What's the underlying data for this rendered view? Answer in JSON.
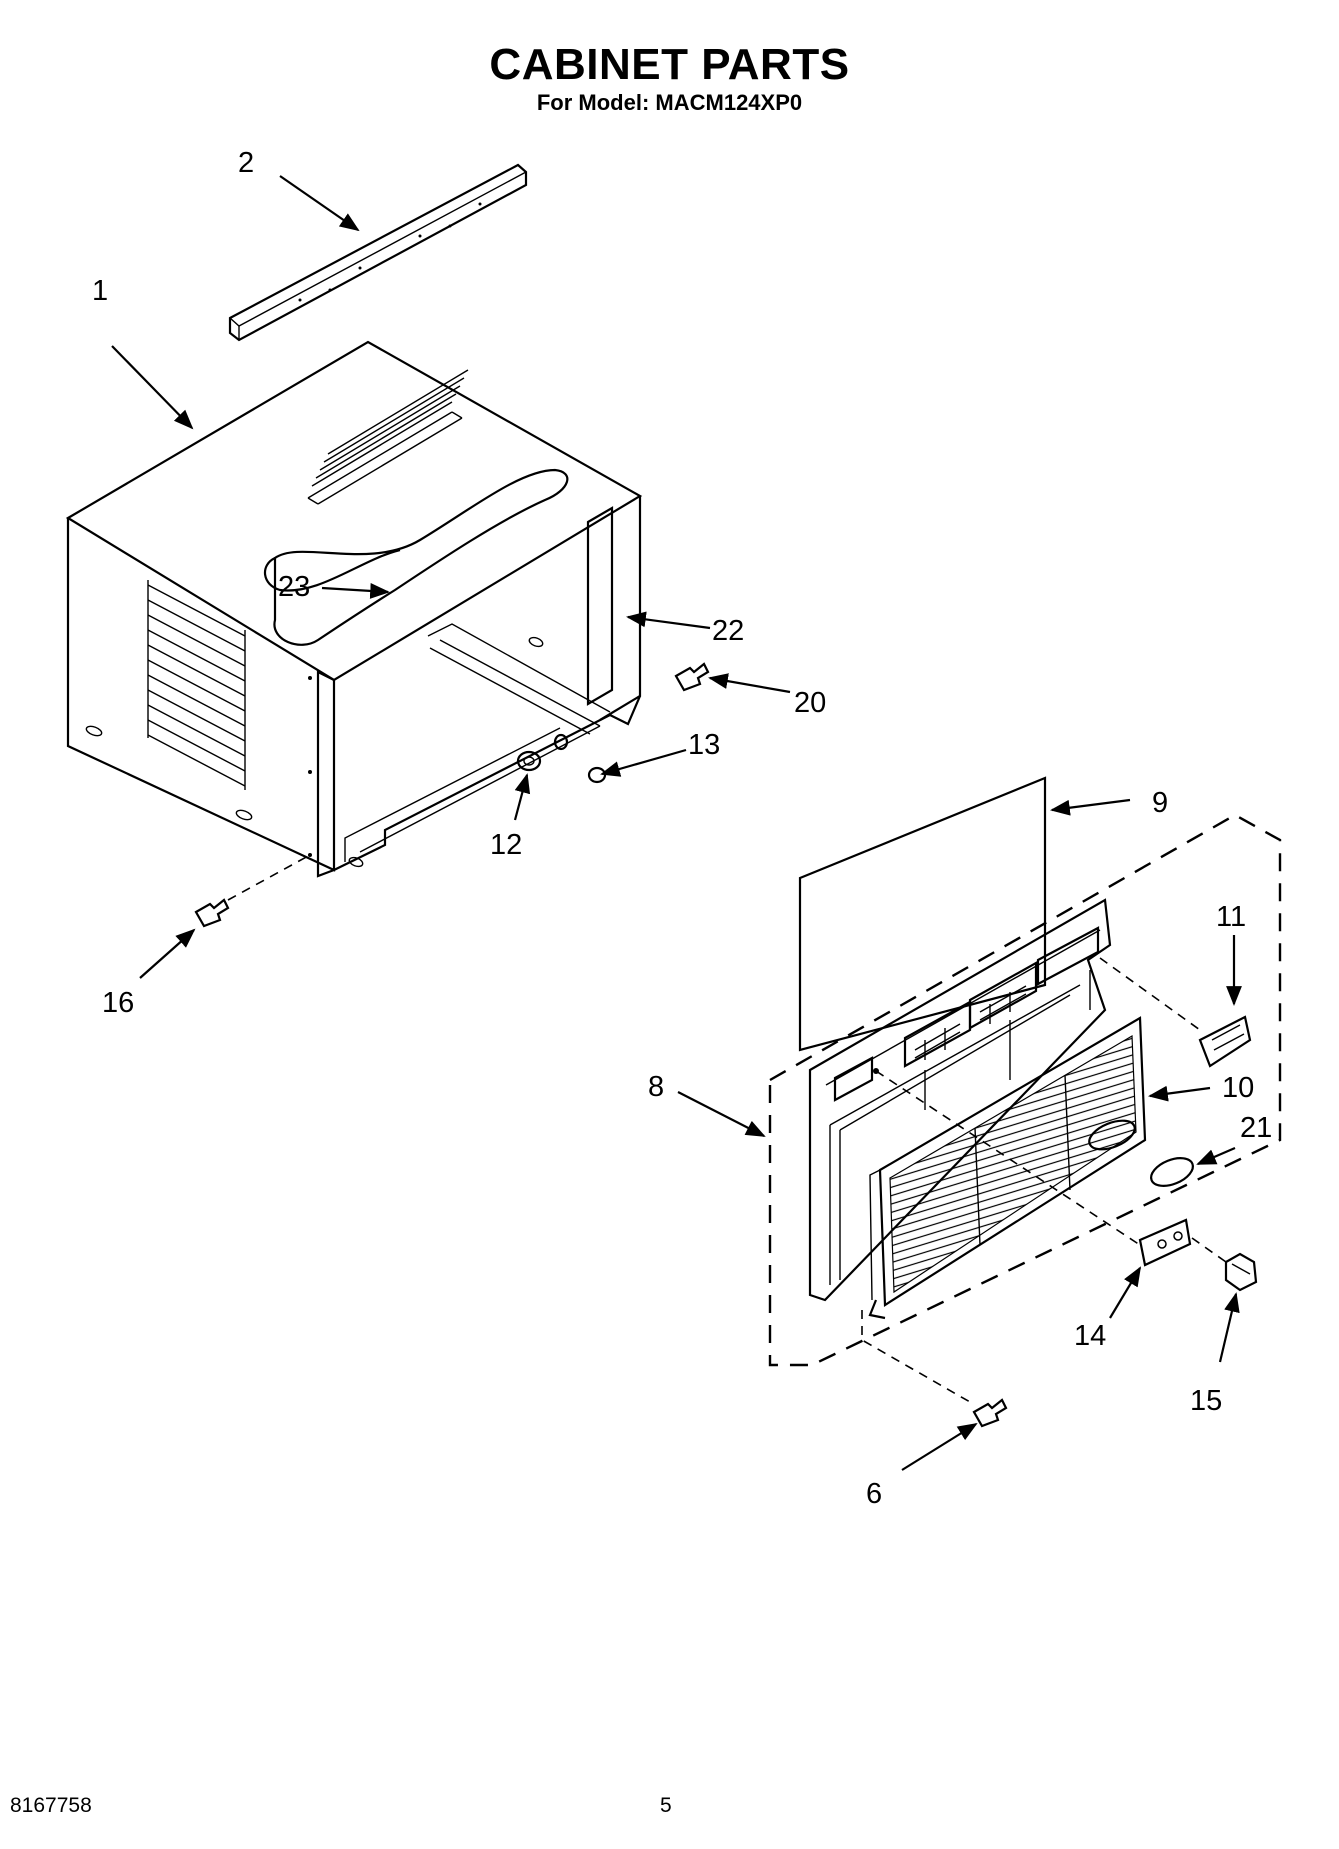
{
  "header": {
    "title": "CABINET PARTS",
    "subtitle": "For Model: MACM124XP0"
  },
  "footer": {
    "doc_number": "8167758",
    "page_number": "5"
  },
  "callouts": {
    "c1": "1",
    "c2": "2",
    "c6": "6",
    "c8": "8",
    "c9": "9",
    "c10": "10",
    "c11": "11",
    "c12": "12",
    "c13": "13",
    "c14": "14",
    "c15": "15",
    "c16": "16",
    "c20": "20",
    "c21": "21",
    "c22": "22",
    "c23": "23"
  }
}
